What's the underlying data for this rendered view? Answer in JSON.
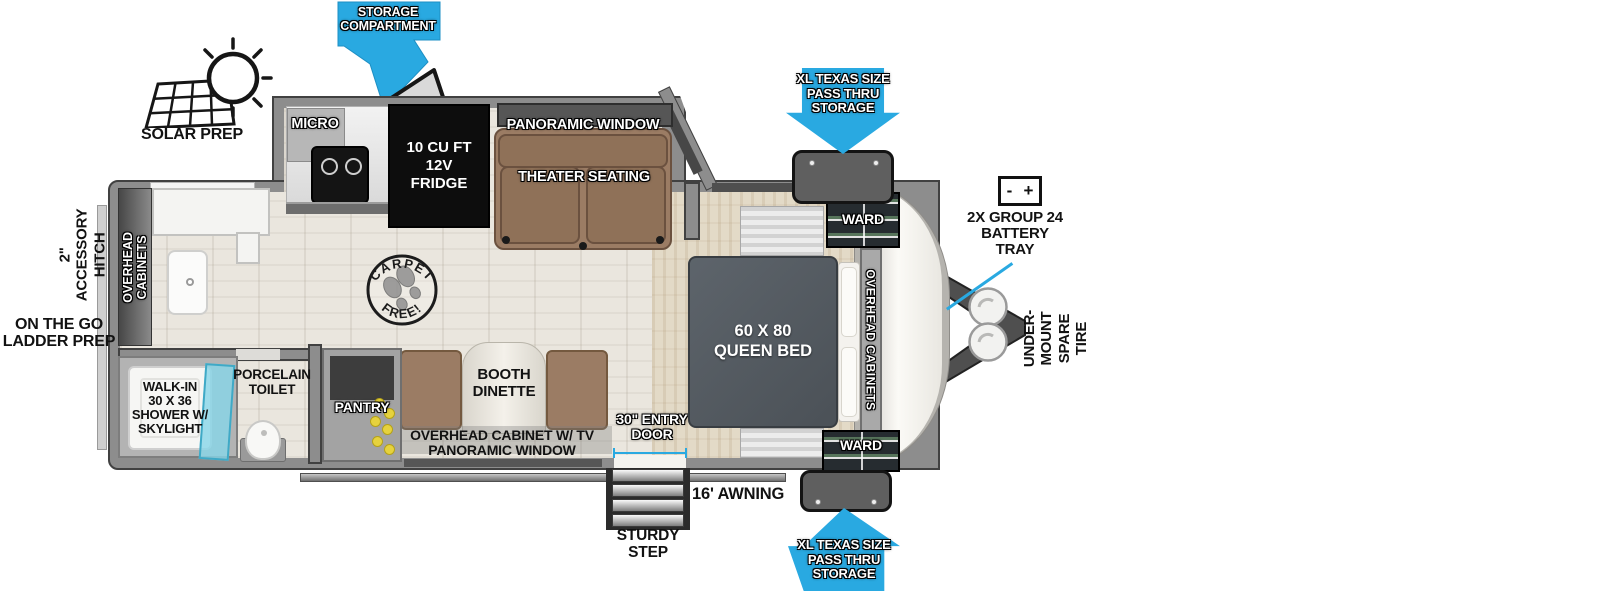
{
  "colors": {
    "accent_blue": "#29a9e1"
  },
  "exterior": {
    "solar_prep": "SOLAR PREP",
    "storage_compartment": "STORAGE\nCOMPARTMENT",
    "pass_thru_top": "XL TEXAS SIZE\nPASS THRU\nSTORAGE",
    "pass_thru_bottom": "XL TEXAS SIZE\nPASS THRU\nSTORAGE",
    "battery_minus": "-",
    "battery_plus": "+",
    "battery_tray": "2X GROUP 24\nBATTERY\nTRAY",
    "under_mount_spare_tire": "UNDER-MOUNT\nSPARE TIRE",
    "accessory_hitch": "2\" ACCESSORY\nHITCH",
    "ladder_prep": "ON THE GO\nLADDER PREP",
    "awning": "16' AWNING",
    "sturdy_step": "STURDY\nSTEP",
    "entry_door": "30\" ENTRY\nDOOR"
  },
  "interior": {
    "micro": "MICRO",
    "fridge": "10 CU FT\n12V\nFRIDGE",
    "panoramic_window": "PANORAMIC WINDOW",
    "theater_seating": "THEATER SEATING",
    "ward_top": "WARD",
    "ward_bottom": "WARD",
    "queen_bed": "60 X  80\nQUEEN BED",
    "overhead_cabinets_bedroom": "OVERHEAD CABINETS",
    "overhead_cabinets_rear": "OVERHEAD\nCABINETS",
    "carpet_free_top": "CARPET",
    "carpet_free_bottom": "FREE!",
    "booth_dinette": "BOOTH\nDINETTE",
    "pantry": "PANTRY",
    "overhead_cabinet_tv": "OVERHEAD CABINET W/ TV\nPANORAMIC WINDOW",
    "porcelain_toilet": "PORCELAIN\nTOILET",
    "walk_in_shower": "WALK-IN\n30 X 36\nSHOWER W/\nSKYLIGHT"
  }
}
